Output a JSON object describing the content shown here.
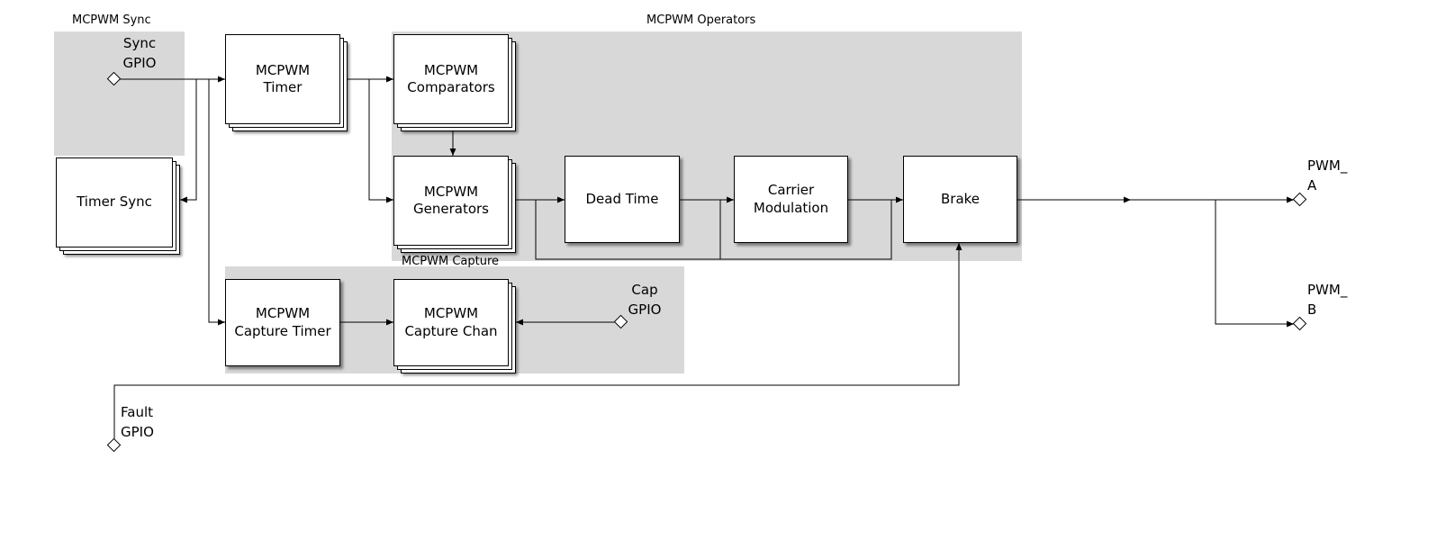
{
  "regions": {
    "sync": {
      "label": "MCPWM Sync"
    },
    "operators": {
      "label": "MCPWM Operators"
    },
    "capture": {
      "label": "MCPWM Capture"
    }
  },
  "blocks": {
    "timer_sync": {
      "label": "Timer Sync"
    },
    "mcpwm_timer": {
      "label": "MCPWM\nTimer"
    },
    "comparators": {
      "label": "MCPWM\nComparators"
    },
    "generators": {
      "label": "MCPWM\nGenerators"
    },
    "dead_time": {
      "label": "Dead Time"
    },
    "carrier_modulation": {
      "label": "Carrier\nModulation"
    },
    "brake": {
      "label": "Brake"
    },
    "capture_timer": {
      "label": "MCPWM\nCapture Timer"
    },
    "capture_chan": {
      "label": "MCPWM\nCapture Chan"
    }
  },
  "ports": {
    "sync_gpio": {
      "label": "Sync\nGPIO"
    },
    "cap_gpio": {
      "label": "Cap\nGPIO"
    },
    "fault_gpio": {
      "label": "Fault\nGPIO"
    },
    "pwm_a": {
      "label": "PWM_\nA"
    },
    "pwm_b": {
      "label": "PWM_\nB"
    }
  },
  "colors": {
    "region_bg": "#d8d8d8",
    "box_bg": "#ffffff",
    "border": "#000000",
    "line": "#000000"
  }
}
